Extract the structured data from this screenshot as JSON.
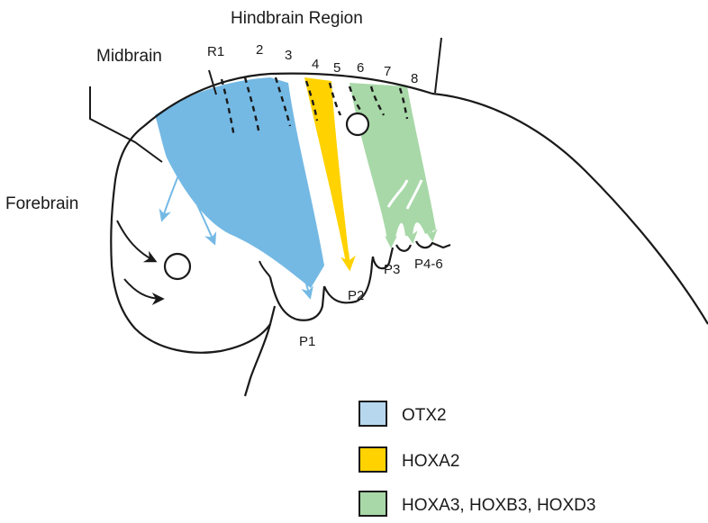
{
  "labels": {
    "hindbrain": "Hindbrain Region",
    "midbrain": "Midbrain",
    "forebrain": "Forebrain"
  },
  "rhombomeres": [
    "R1",
    "2",
    "3",
    "4",
    "5",
    "6",
    "7",
    "8"
  ],
  "arches": [
    "P1",
    "P2",
    "P3",
    "P4-6"
  ],
  "legend": [
    {
      "label": "OTX2",
      "color": "#b7d7ef"
    },
    {
      "label": "HOXA2",
      "color": "#ffd200"
    },
    {
      "label": "HOXA3, HOXB3, HOXD3",
      "color": "#a8d8a8"
    }
  ],
  "colors": {
    "otx2_fill": "#74b9e4",
    "hoxa2_fill": "#ffd200",
    "hox3_fill": "#a8d8a8",
    "outline": "#1a1a1a"
  }
}
